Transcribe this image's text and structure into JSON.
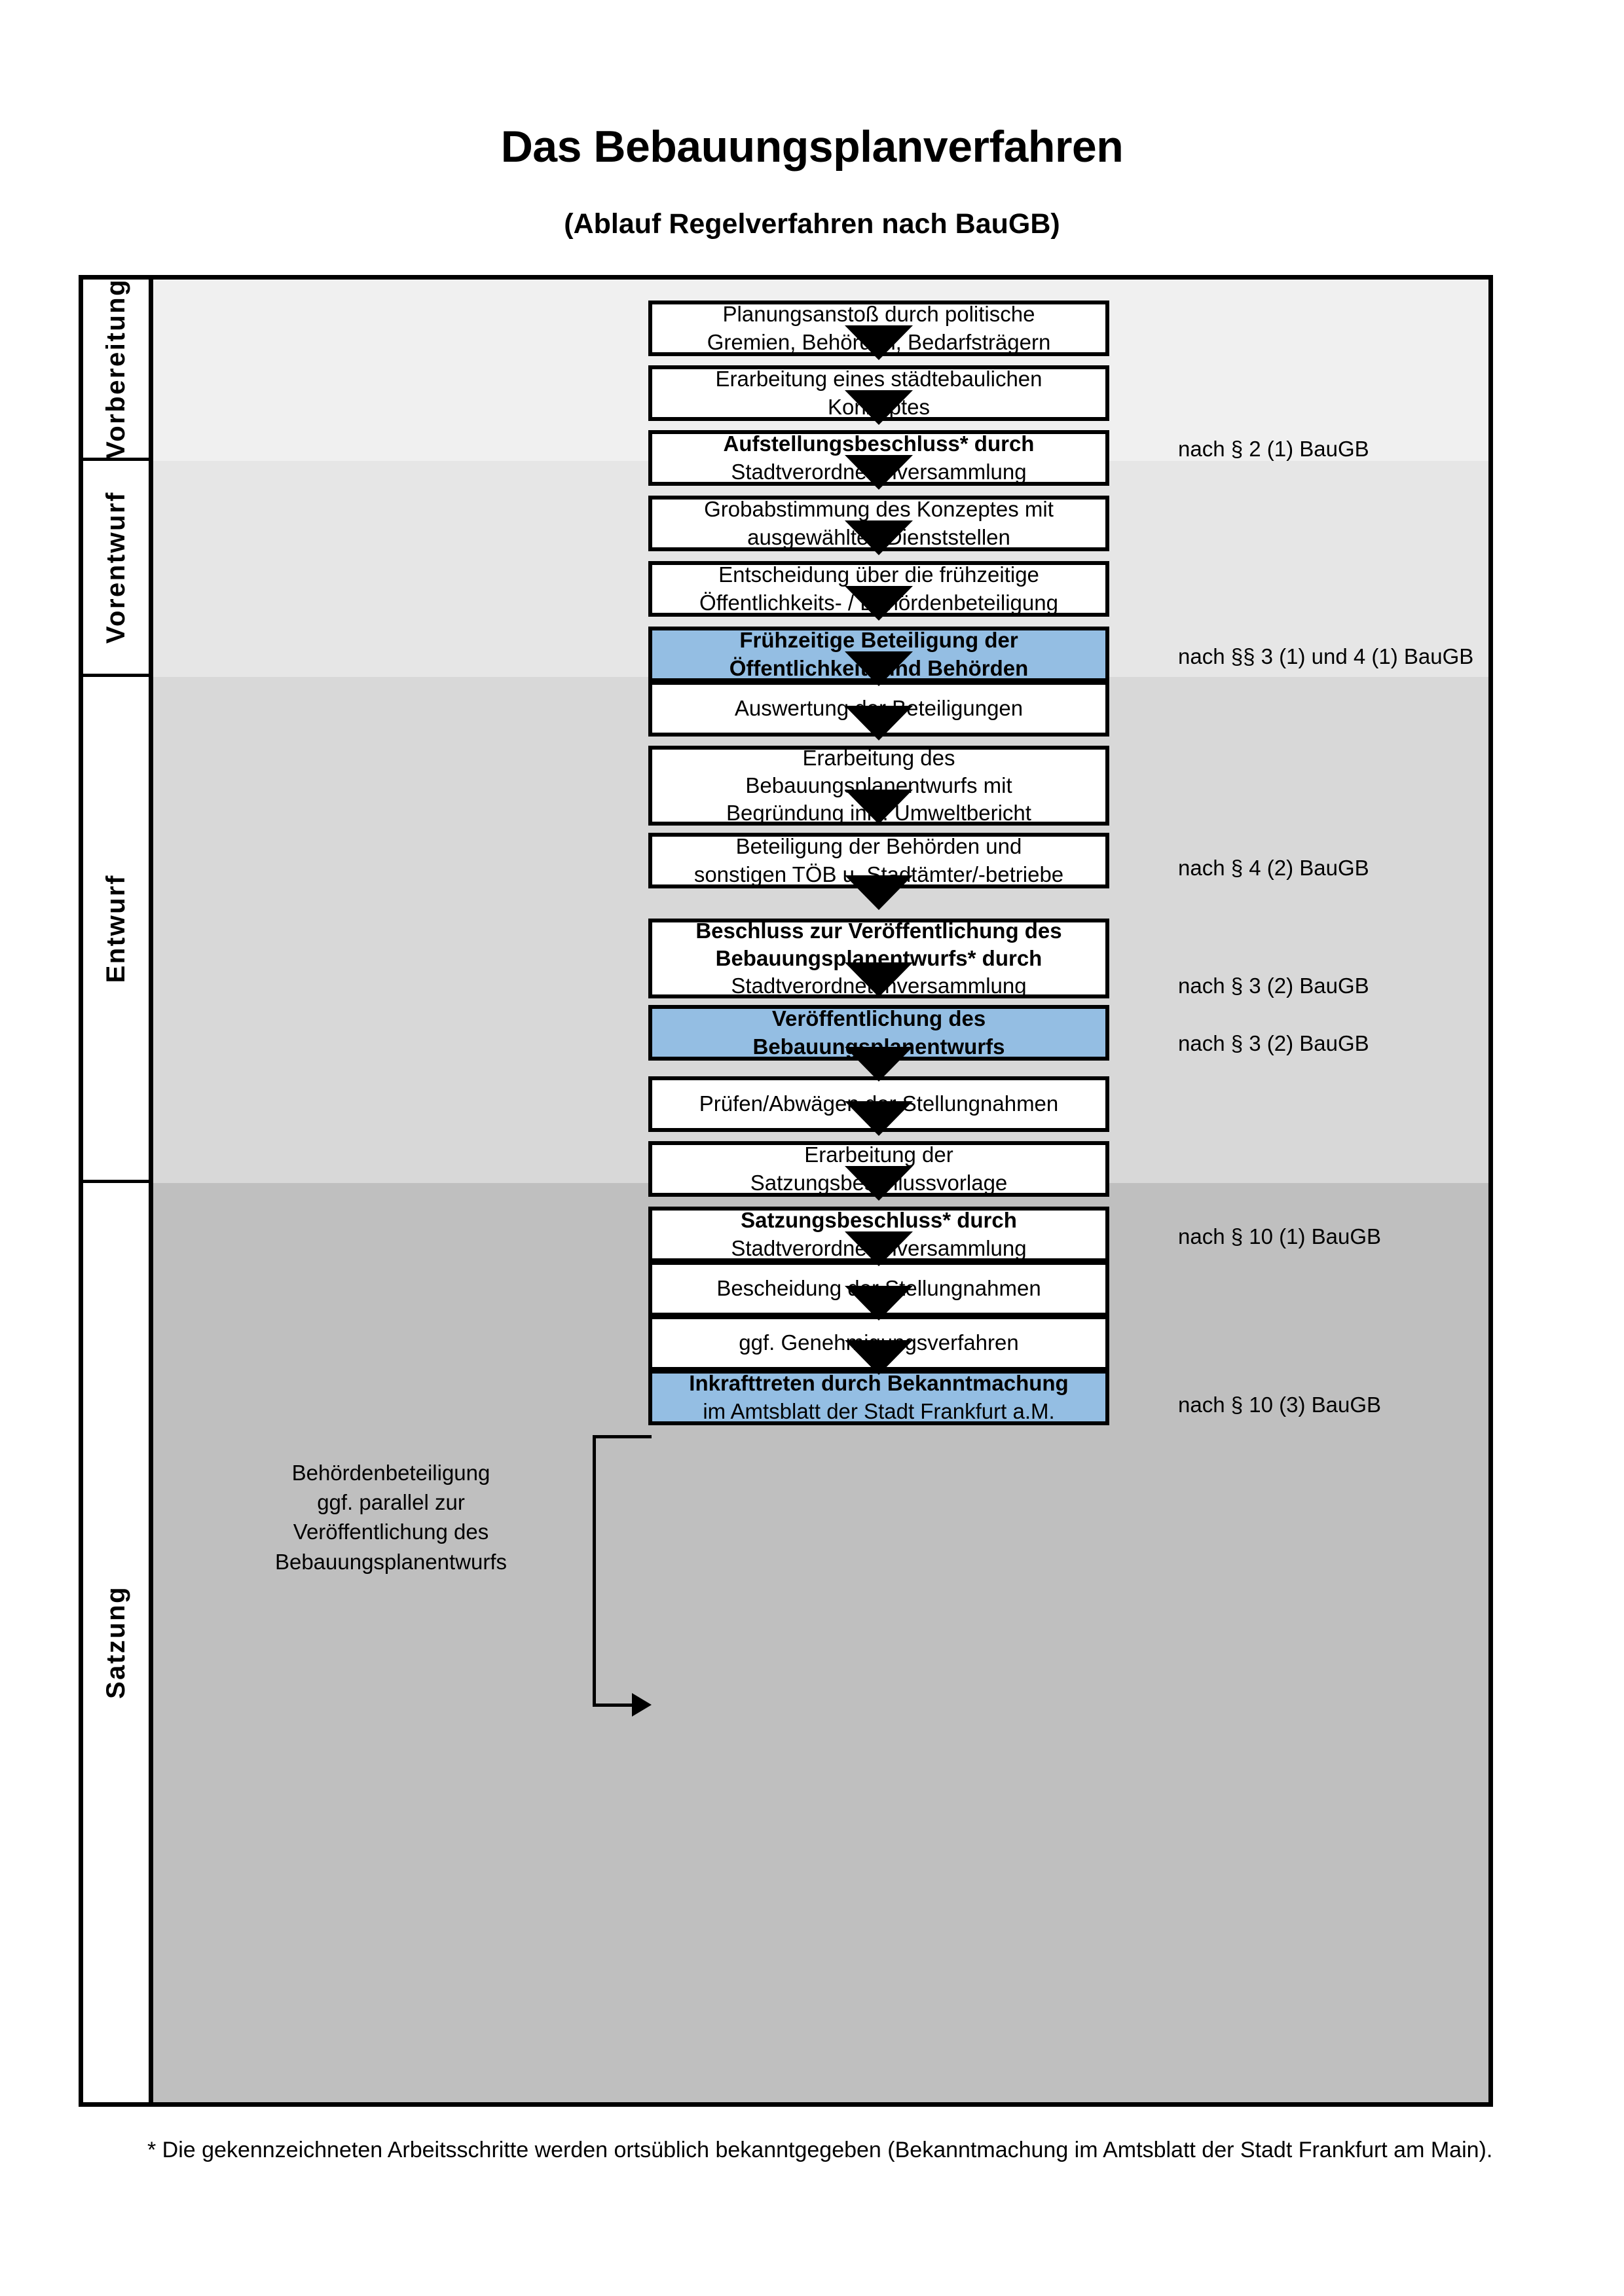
{
  "title": "Das Bebauungsplanverfahren",
  "subtitle": "(Ablauf Regelverfahren nach BauGB)",
  "phases": [
    {
      "label": "Vorbereitung",
      "band_color": "#f0f0f0"
    },
    {
      "label": "Vorentwurf",
      "band_color": "#e6e6e6"
    },
    {
      "label": "Entwurf",
      "band_color": "#d8d8d8"
    },
    {
      "label": "Satzung",
      "band_color": "#bfbfbf"
    }
  ],
  "steps": [
    {
      "text": "Planungsanstoß durch politische Gremien, Behörden, Bedarfsträgern",
      "bold_prefix": "",
      "highlight": false
    },
    {
      "text": "Erarbeitung eines städtebaulichen Konzeptes",
      "bold_prefix": "",
      "highlight": false
    },
    {
      "text": "Aufstellungsbeschluss* durch Stadtverordnetenversammlung",
      "bold_prefix": "Aufstellungsbeschluss*",
      "highlight": false
    },
    {
      "text": "Grobabstimmung des Konzeptes mit ausgewählten Dienststellen",
      "bold_prefix": "",
      "highlight": false
    },
    {
      "text": "Entscheidung über die frühzeitige Öffentlichkeits- / Behördenbeteiligung",
      "bold_prefix": "",
      "highlight": false
    },
    {
      "text": "Frühzeitige Beteiligung der Öffentlichkeit* und Behörden",
      "bold_prefix": "ALL",
      "highlight": true
    },
    {
      "text": "Auswertung der Beteiligungen",
      "bold_prefix": "",
      "highlight": false
    },
    {
      "text": "Erarbeitung des Bebauungsplanentwurfs mit Begründung inkl. Umweltbericht",
      "bold_prefix": "",
      "highlight": false
    },
    {
      "text": "Beteiligung der Behörden und sonstigen TÖB u. Stadtämter/-betriebe",
      "bold_prefix": "",
      "highlight": false
    },
    {
      "text": "Beschluss zur Veröffentlichung des Bebauungsplanentwurfs* durch Stadtverordnetenversammlung",
      "bold_prefix": "Beschluss zur Veröffentlichung des Bebauungsplanentwurfs*",
      "highlight": false
    },
    {
      "text": "Veröffentlichung des Bebauungsplanentwurfs",
      "bold_prefix": "ALL",
      "highlight": true
    },
    {
      "text": "Prüfen/Abwägen der Stellungnahmen",
      "bold_prefix": "",
      "highlight": false
    },
    {
      "text": "Erarbeitung der Satzungsbeschlussvorlage",
      "bold_prefix": "",
      "highlight": false
    },
    {
      "text": "Satzungsbeschluss* durch Stadtverordnetenversammlung",
      "bold_prefix": "Satzungsbeschluss*",
      "highlight": false
    },
    {
      "text": "Bescheidung der Stellungnahmen",
      "bold_prefix": "",
      "highlight": false
    },
    {
      "text": "ggf. Genehmigungsverfahren",
      "bold_prefix": "",
      "highlight": false
    },
    {
      "text": "Inkrafttreten durch Bekanntmachung im Amtsblatt der Stadt Frankfurt a.M.",
      "bold_prefix": "Inkrafttreten",
      "highlight": true
    }
  ],
  "step_lines": [
    [
      "Planungsanstoß durch politische",
      "Gremien, Behörden, Bedarfsträgern"
    ],
    [
      "Erarbeitung eines städtebaulichen",
      "Konzeptes"
    ],
    [
      "Aufstellungsbeschluss* durch",
      "Stadtverordnetenversammlung"
    ],
    [
      "Grobabstimmung des Konzeptes mit",
      "ausgewählten Dienststellen"
    ],
    [
      "Entscheidung über die frühzeitige",
      "Öffentlichkeits- / Behördenbeteiligung"
    ],
    [
      "Frühzeitige Beteiligung der",
      "Öffentlichkeit* und Behörden"
    ],
    [
      "Auswertung der Beteiligungen"
    ],
    [
      "Erarbeitung des",
      "Bebauungsplanentwurfs mit",
      "Begründung inkl. Umweltbericht"
    ],
    [
      "Beteiligung der Behörden und",
      "sonstigen TÖB u. Stadtämter/-betriebe"
    ],
    [
      "Beschluss zur Veröffentlichung des",
      "Bebauungsplanentwurfs* durch",
      "Stadtverordnetenversammlung"
    ],
    [
      "Veröffentlichung des",
      "Bebauungsplanentwurfs"
    ],
    [
      "Prüfen/Abwägen der Stellungnahmen"
    ],
    [
      "Erarbeitung der",
      "Satzungsbeschlussvorlage"
    ],
    [
      "Satzungsbeschluss* durch",
      "Stadtverordnetenversammlung"
    ],
    [
      "Bescheidung der Stellungnahmen"
    ],
    [
      "ggf. Genehmigungsverfahren"
    ],
    [
      "Inkrafttreten durch Bekanntmachung",
      "im Amtsblatt der Stadt Frankfurt a.M."
    ]
  ],
  "law_refs": [
    {
      "text": "nach § 2 (1) BauGB"
    },
    {
      "text": "nach §§ 3 (1) und 4 (1) BauGB"
    },
    {
      "text": "nach § 4 (2) BauGB"
    },
    {
      "text": "nach § 3 (2) BauGB"
    },
    {
      "text": "nach § 3 (2) BauGB"
    },
    {
      "text": "nach § 10 (1) BauGB"
    },
    {
      "text": "nach § 10 (3) BauGB"
    }
  ],
  "side_note": [
    "Behördenbeteiligung",
    "ggf. parallel zur",
    "Veröffentlichung des",
    "Bebauungsplanentwurfs"
  ],
  "footnote": "* Die gekennzeichneten Arbeitsschritte werden ortsüblich bekanntgegeben (Bekanntmachung im Amtsblatt  der Stadt Frankfurt am Main).",
  "colors": {
    "highlight_box": "#94bee3",
    "border": "#000000",
    "band_vorbereitung": "#f0f0f0",
    "band_vorentwurf": "#e6e6e6",
    "band_entwurf": "#d8d8d8",
    "band_satzung": "#bfbfbf"
  }
}
